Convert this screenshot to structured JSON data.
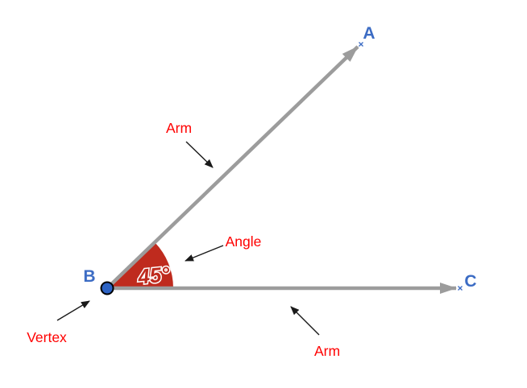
{
  "diagram": {
    "point_labels": {
      "a": "A",
      "b": "B",
      "c": "C"
    },
    "angle_label": "45°",
    "callouts": {
      "arm_top": "Arm",
      "angle": "Angle",
      "vertex": "Vertex",
      "arm_bottom": "Arm"
    },
    "colors": {
      "point_label_blue": "#3c6cc4",
      "callout_red": "#ff0000",
      "angle_wedge_red": "#bf2b1e",
      "ray_gray": "#9c9c9c",
      "vertex_point_blue": "#2d63c4",
      "vertex_point_outline": "#000000",
      "callout_arrow_black": "#1a1a1a",
      "background": "#ffffff"
    }
  }
}
